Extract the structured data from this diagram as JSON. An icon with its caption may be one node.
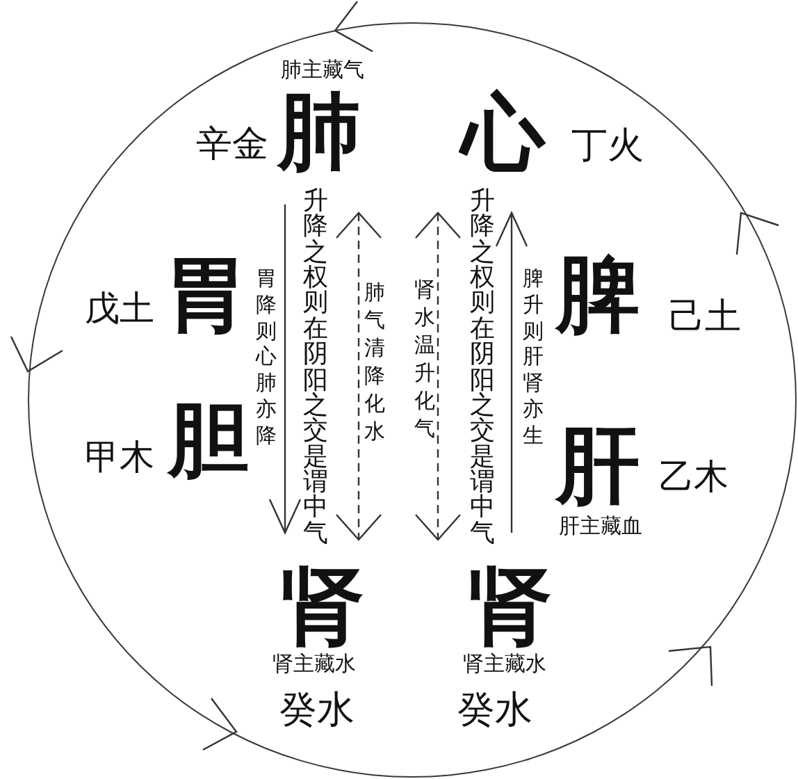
{
  "diagram": {
    "nodes": [
      {
        "text": [],
        "shape": "circle"
      }
    ],
    "labels": [
      "肺主藏气",
      "辛金",
      "肺",
      "心",
      "丁火",
      "戊土",
      "胃",
      "胃降则心肺亦降",
      "升降之权则在阴阳之交是谓中气",
      "肺气清降化水",
      "肾水温升化气",
      "升降之权则在阴阳之交是谓中气",
      "脾升则肝肾亦生",
      "脾",
      "己土",
      "甲木",
      "胆",
      "肝",
      "乙木",
      "肝主藏血",
      "肾",
      "肾",
      "肾主藏水",
      "肾主藏水",
      "癸水",
      "癸水"
    ]
  }
}
